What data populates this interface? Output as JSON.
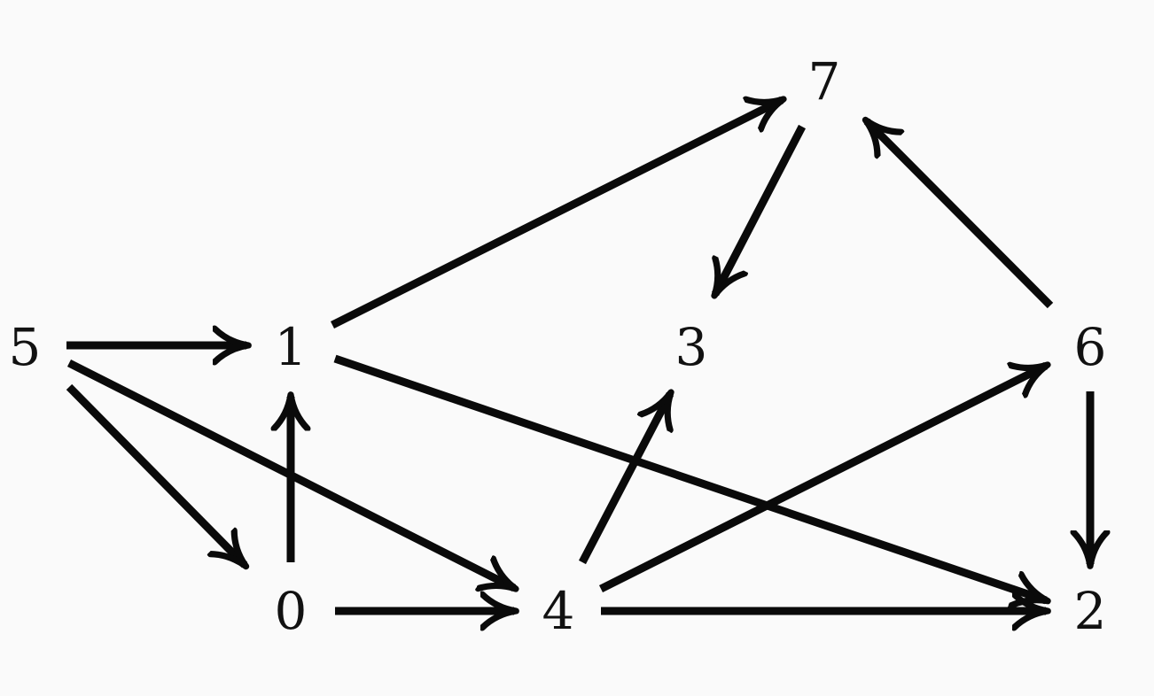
{
  "graph": {
    "type": "directed",
    "nodes": [
      {
        "id": "5",
        "label": "5"
      },
      {
        "id": "1",
        "label": "1"
      },
      {
        "id": "3",
        "label": "3"
      },
      {
        "id": "6",
        "label": "6"
      },
      {
        "id": "7",
        "label": "7"
      },
      {
        "id": "0",
        "label": "0"
      },
      {
        "id": "4",
        "label": "4"
      },
      {
        "id": "2",
        "label": "2"
      }
    ],
    "edges": [
      {
        "from": "5",
        "to": "1"
      },
      {
        "from": "5",
        "to": "0"
      },
      {
        "from": "5",
        "to": "4"
      },
      {
        "from": "1",
        "to": "7"
      },
      {
        "from": "1",
        "to": "2"
      },
      {
        "from": "0",
        "to": "1"
      },
      {
        "from": "0",
        "to": "4"
      },
      {
        "from": "4",
        "to": "3"
      },
      {
        "from": "4",
        "to": "6"
      },
      {
        "from": "4",
        "to": "2"
      },
      {
        "from": "7",
        "to": "3"
      },
      {
        "from": "6",
        "to": "7"
      },
      {
        "from": "6",
        "to": "2"
      }
    ],
    "colors": {
      "edge": "#0a0a0a",
      "background": "#fafafa"
    }
  }
}
